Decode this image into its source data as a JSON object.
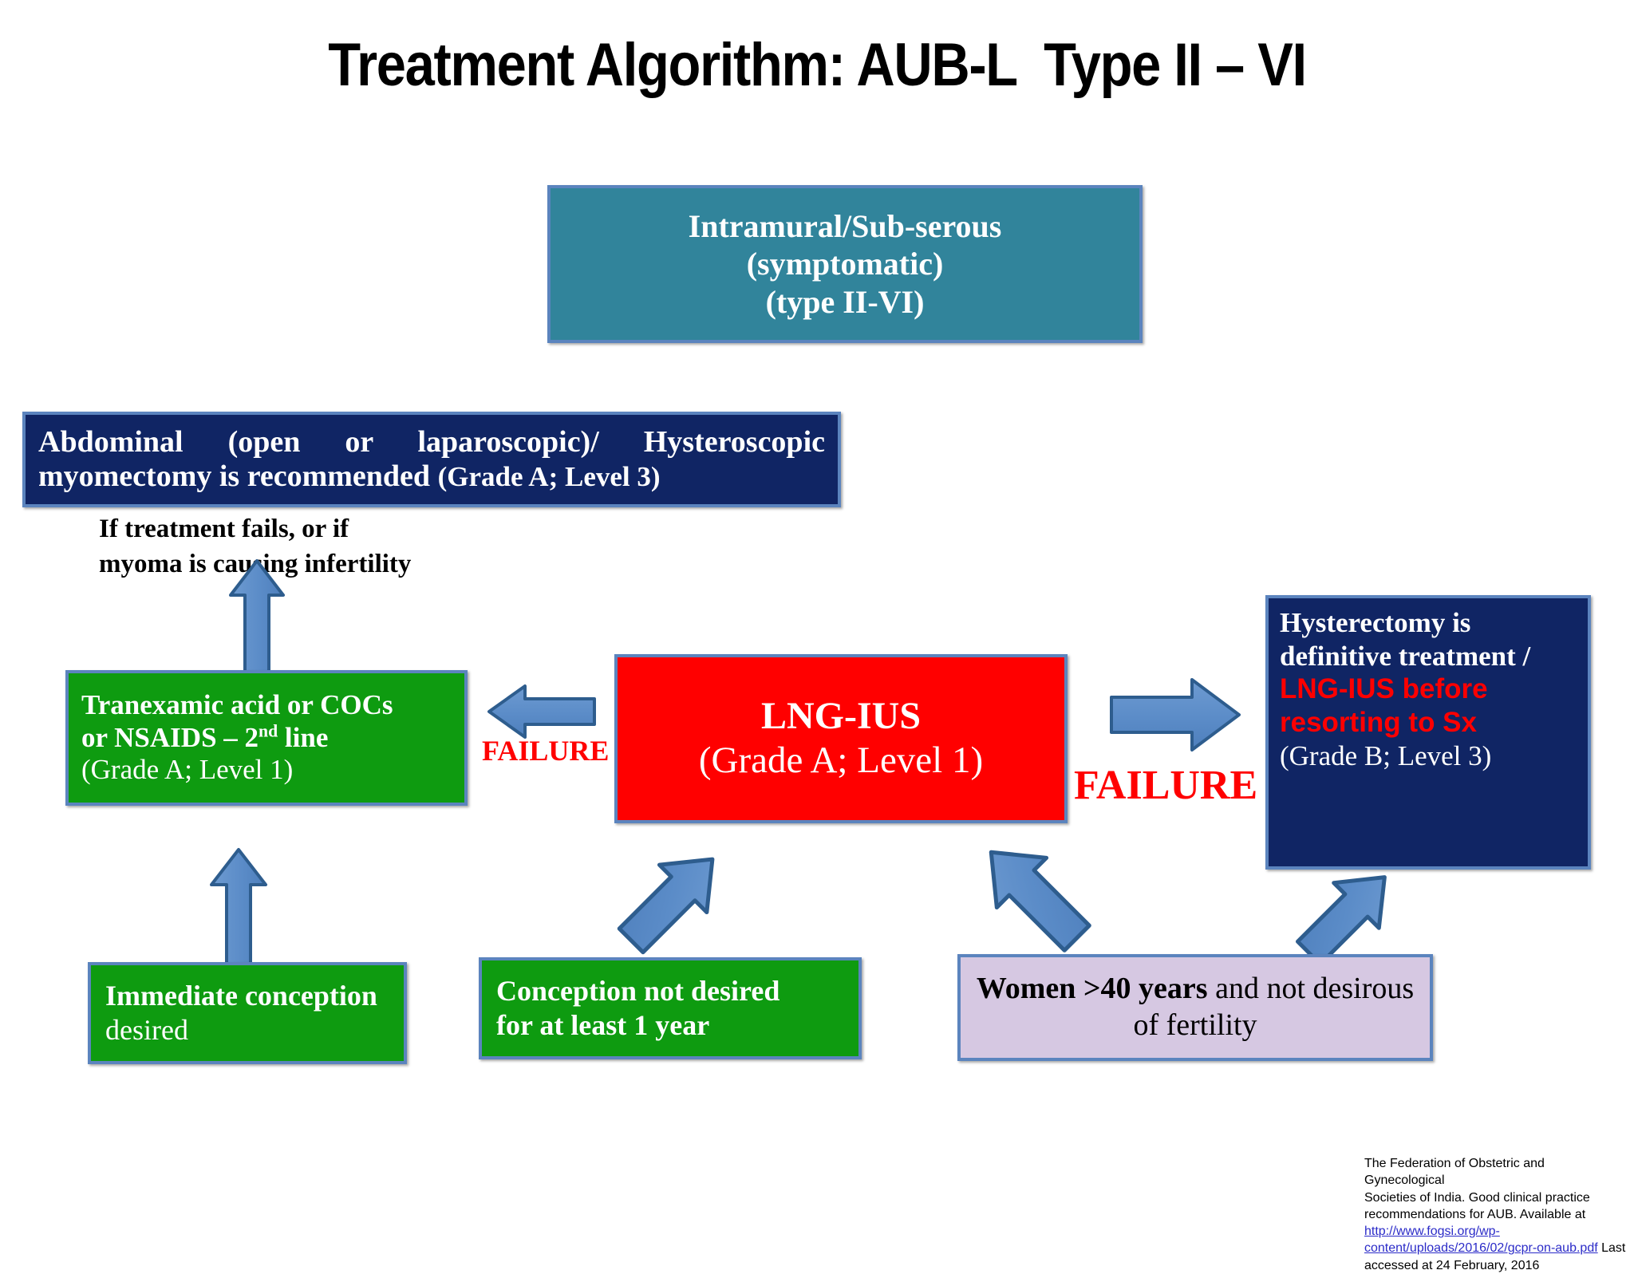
{
  "slide": {
    "title": "Treatment Algorithm: AUB-L  Type II – VI"
  },
  "nodes": {
    "intramural": {
      "line1": "Intramural/Sub-serous",
      "line2": "(symptomatic)",
      "line3": "(type II-VI)",
      "bg_color": "#31849B",
      "text_color": "#FFFFFF"
    },
    "myomectomy": {
      "line1": "Abdominal (open or laparoscopic)/ Hysteroscopic",
      "line2_main": "myomectomy is recommended ",
      "line2_grade": "(Grade A; Level 3)",
      "bg_color": "#102564",
      "text_color": "#FFFFFF"
    },
    "note_treatment_fails": {
      "line1": "If treatment fails, or if",
      "line2": "myoma is causing infertility",
      "text_color": "#000000"
    },
    "tranexamic": {
      "line1": "Tranexamic acid or COCs",
      "line2_a": "or NSAIDS – 2",
      "line2_sup": "nd",
      "line2_b": " line",
      "line3": "(Grade A; Level 1)",
      "bg_color": "#0E9B10",
      "text_color": "#FFFFFF"
    },
    "lng_ius": {
      "line1": "LNG-IUS",
      "line2": "(Grade A; Level 1)",
      "bg_color": "#FF0000",
      "text_color": "#FFFFFF"
    },
    "hysterectomy": {
      "white_part": "Hysterectomy is definitive treatment / ",
      "red_part": "LNG-IUS before resorting to Sx",
      "grade_part": "(Grade B; Level 3)",
      "bg_color": "#102564",
      "text_color": "#FFFFFF",
      "accent_color": "#FF0000"
    },
    "immediate_conception": {
      "bold_part": "Immediate conception ",
      "normal_part": "desired",
      "bg_color": "#0E9B10",
      "text_color": "#FFFFFF"
    },
    "conception_not_desired": {
      "line1": "Conception not desired",
      "line2": "for at least 1 year",
      "bg_color": "#0E9B10",
      "text_color": "#FFFFFF"
    },
    "women_over_40": {
      "bold_part": "Women >40 years",
      "normal_part": " and not desirous of fertility",
      "bg_color": "#D6C8E2",
      "text_color": "#000000"
    }
  },
  "labels": {
    "failure_left": "FAILURE",
    "failure_right": "FAILURE",
    "failure_color": "#FF0000"
  },
  "arrows": {
    "up_to_myomectomy": "arrow-up",
    "left_failure": "arrow-left",
    "right_failure": "arrow-right",
    "up_to_tranexamic": "arrow-up",
    "diag_conception_to_lngius": "arrow-up-right",
    "diag_women_to_lngius": "arrow-up-left",
    "diag_women_to_hysterectomy": "arrow-up-right",
    "fill_color": "#5B8CC8",
    "stroke_color": "#2E5D8E"
  },
  "citation": {
    "line1": "The Federation of  Obstetric and Gynecological",
    "line2": "Societies of India. Good clinical practice",
    "line3": "recommendations for AUB. Available at",
    "link1": "http://www.fogsi.org/wp-",
    "link2": "content/uploads/2016/02/gcpr-on-aub.pdf",
    "tail": " Last",
    "line5": "accessed at 24 February, 2016",
    "link_color": "#2B2BC8"
  }
}
